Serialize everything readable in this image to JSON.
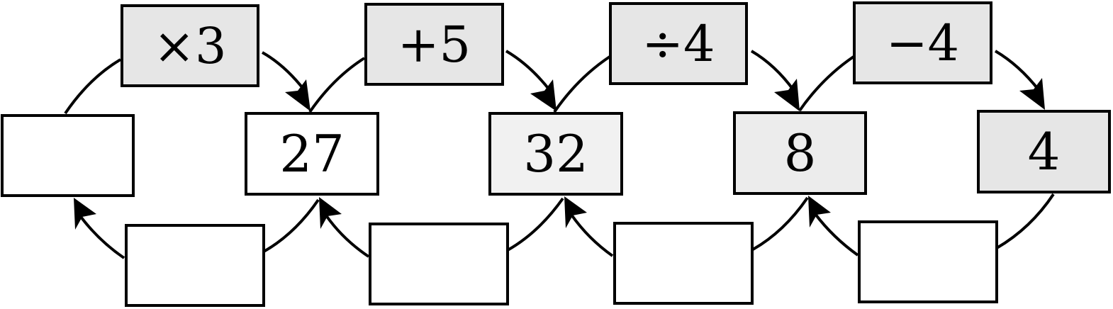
{
  "colors": {
    "operation_fill": "#e6e6e6",
    "value_27_fill": "#ffffff",
    "value_32_fill": "#f1f1f1",
    "value_8_fill": "#ececec",
    "value_4_fill": "#e6e6e6",
    "answer_fill": "#ffffff",
    "stroke": "#000000"
  },
  "operations": [
    {
      "label": "×3"
    },
    {
      "label": "+5"
    },
    {
      "label": "÷4"
    },
    {
      "label": "−4"
    }
  ],
  "values": [
    {
      "label": ""
    },
    {
      "label": "27"
    },
    {
      "label": "32"
    },
    {
      "label": "8"
    },
    {
      "label": "4"
    }
  ],
  "answers": [
    {
      "label": ""
    },
    {
      "label": ""
    },
    {
      "label": ""
    },
    {
      "label": ""
    }
  ]
}
